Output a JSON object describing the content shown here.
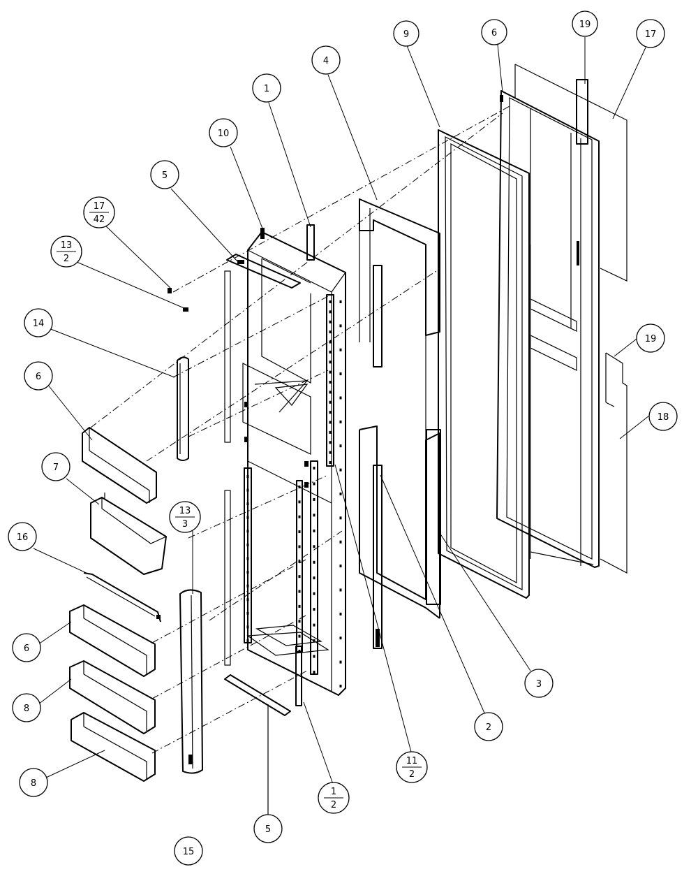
{
  "diagram": {
    "callouts": [
      {
        "id": "c9",
        "top": "9"
      },
      {
        "id": "c6a",
        "top": "6"
      },
      {
        "id": "c19a",
        "top": "19"
      },
      {
        "id": "c17",
        "top": "17"
      },
      {
        "id": "c4",
        "top": "4"
      },
      {
        "id": "c1",
        "top": "1"
      },
      {
        "id": "c10",
        "top": "10"
      },
      {
        "id": "c5a",
        "top": "5"
      },
      {
        "id": "c17-42",
        "top": "17",
        "bottom": "42"
      },
      {
        "id": "c13-2",
        "top": "13",
        "bottom": "2"
      },
      {
        "id": "c14",
        "top": "14"
      },
      {
        "id": "c6b",
        "top": "6"
      },
      {
        "id": "c7",
        "top": "7"
      },
      {
        "id": "c13-3",
        "top": "13",
        "bottom": "3"
      },
      {
        "id": "c16",
        "top": "16"
      },
      {
        "id": "c6c",
        "top": "6"
      },
      {
        "id": "c8a",
        "top": "8"
      },
      {
        "id": "c8b",
        "top": "8"
      },
      {
        "id": "c15",
        "top": "15"
      },
      {
        "id": "c5b",
        "top": "5"
      },
      {
        "id": "c1-2",
        "top": "1",
        "bottom": "2"
      },
      {
        "id": "c11-2",
        "top": "11",
        "bottom": "2"
      },
      {
        "id": "c2",
        "top": "2"
      },
      {
        "id": "c3",
        "top": "3"
      },
      {
        "id": "c19b",
        "top": "19"
      },
      {
        "id": "c18",
        "top": "18"
      }
    ]
  }
}
